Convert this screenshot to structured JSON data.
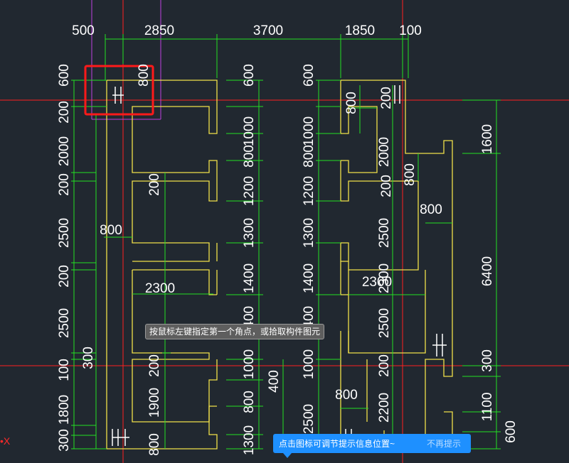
{
  "canvas": {
    "top_dims": [
      "500",
      "2850",
      "3700",
      "1850",
      "100"
    ],
    "left_dims_a": [
      "600",
      "200",
      "2000",
      "200",
      "2500",
      "200",
      "2500",
      "100",
      "1800",
      "300"
    ],
    "left_dim_300": "300",
    "inner_dims_col1": [
      "800",
      "200",
      "800",
      "2300",
      "200",
      "1900",
      "800"
    ],
    "mid_dims_a": [
      "600",
      "1000",
      "800",
      "1200",
      "1300",
      "1400",
      "1400",
      "1000",
      "800",
      "1300"
    ],
    "mid_dim_400": "400",
    "mid_dims_b": [
      "600",
      "1000",
      "800",
      "1200",
      "1300",
      "1400",
      "1400",
      "1000",
      "2500"
    ],
    "inner_dims_col2": [
      "200",
      "800",
      "2000",
      "200",
      "2500",
      "2300",
      "2300",
      "2500",
      "200",
      "2200",
      "800",
      "800",
      "800"
    ],
    "right_dims": [
      "1600",
      "6400",
      "300",
      "1100",
      "600"
    ],
    "colors": {
      "background": "#212830",
      "wall": "#f0e04a",
      "dimension": "#22e022",
      "axis": "#ff2020",
      "magenta": "#c040e0",
      "selection": "#ff1a1a"
    }
  },
  "cursor_tip": "按鼠标左键指定第一个角点，或拾取构件图元",
  "hint": {
    "message": "点击图标可调节提示信息位置~",
    "dismiss": "不再提示"
  },
  "axis_label": "X"
}
